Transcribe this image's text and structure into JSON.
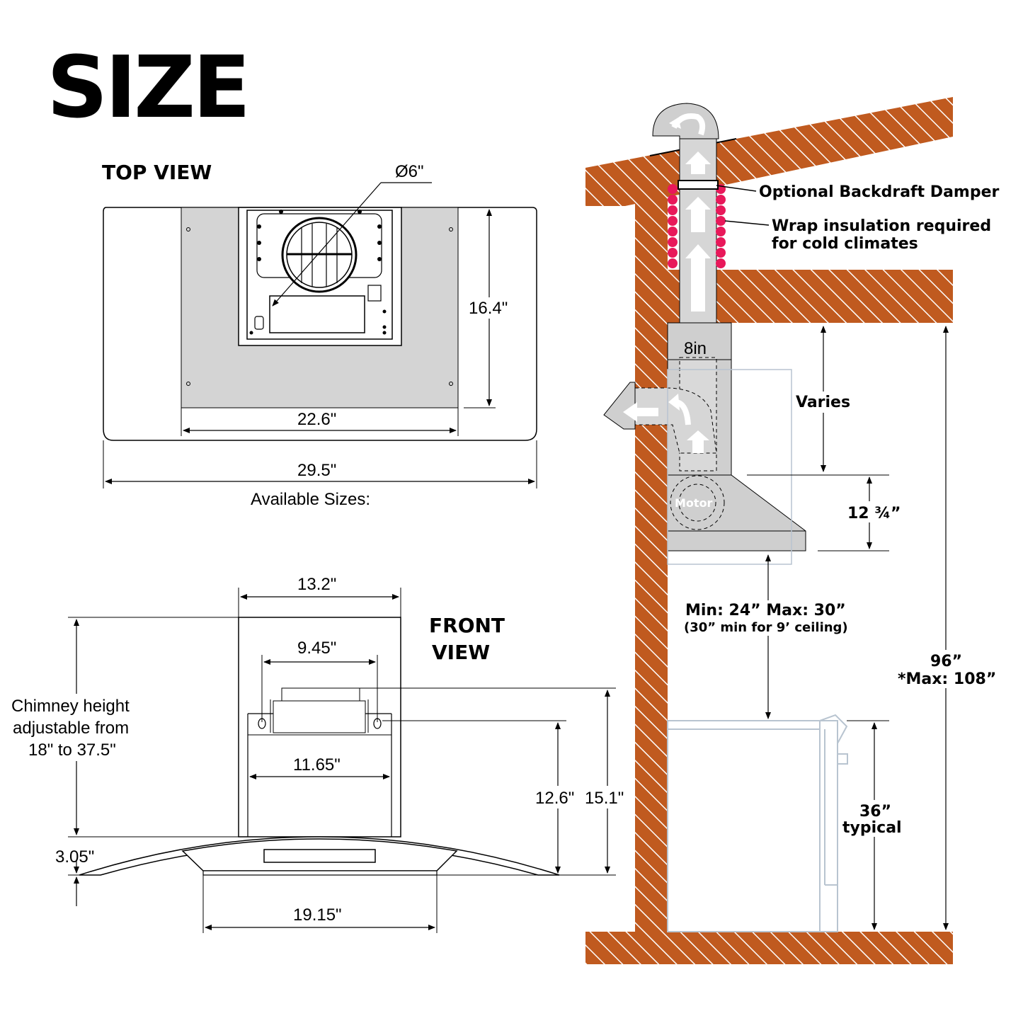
{
  "title": "SIZE",
  "top_view": {
    "label": "TOP VIEW",
    "duct_diameter": "Ø6\"",
    "depth": "16.4\"",
    "inner_width": "22.6\"",
    "overall_width": "29.5\"",
    "available_sizes": "Available Sizes:"
  },
  "front_view": {
    "label_line1": "FRONT",
    "label_line2": "VIEW",
    "chimney_width": "13.2\"",
    "bracket_width": "9.45\"",
    "inner_chimney_width": "11.65\"",
    "chimney_note_line1": "Chimney height",
    "chimney_note_line2": "adjustable from",
    "chimney_note_line3": "18\" to 37.5\"",
    "canopy_thickness": "3.05\"",
    "canopy_height_short": "12.6\"",
    "canopy_height_tall": "15.1\"",
    "base_width": "19.15\""
  },
  "installation": {
    "damper_note": "Optional Backdraft Damper",
    "insulation_note_line1": "Wrap insulation required",
    "insulation_note_line2": "for cold climates",
    "duct_size": "8in",
    "varies": "Varies",
    "hood_height": "12 ¾”",
    "motor": "Motor",
    "clearance_line1": "Min: 24”  Max: 30”",
    "clearance_line2": "(30” min for 9’ ceiling)",
    "ceiling_height_line1": "96”",
    "ceiling_height_line2": "*Max: 108”",
    "counter_height_line1": "36”",
    "counter_height_line2": "typical"
  },
  "colors": {
    "wall": "#c05a1f",
    "hatch": "#ffffff",
    "stainless": "#cfcfcf",
    "insulation": "#e8185a",
    "line": "#000000"
  }
}
